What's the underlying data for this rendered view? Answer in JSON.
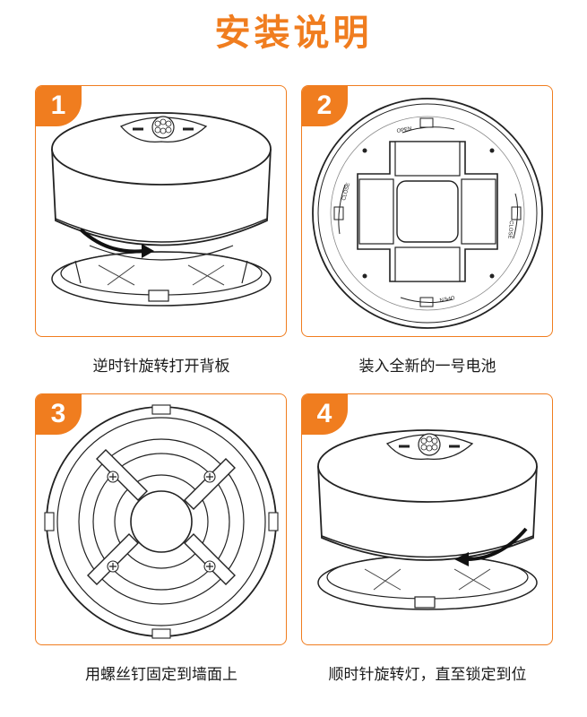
{
  "page": {
    "title": "安装说明",
    "accent_color": "#f07d1f"
  },
  "steps": [
    {
      "number": "1",
      "caption": "逆时针旋转打开背板"
    },
    {
      "number": "2",
      "caption": "装入全新的一号电池",
      "ring_labels": [
        "OPEN",
        "CLOSE",
        "CLOSE",
        "OPEN"
      ]
    },
    {
      "number": "3",
      "caption": "用螺丝钉固定到墙面上"
    },
    {
      "number": "4",
      "caption": "顺时针旋转灯，直至锁定到位"
    }
  ]
}
